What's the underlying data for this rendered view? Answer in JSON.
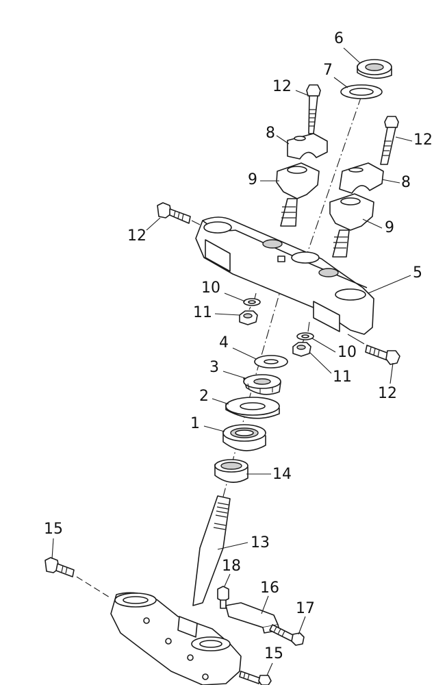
{
  "diagram": {
    "callouts": [
      {
        "id": "c6",
        "text": "6"
      },
      {
        "id": "c7",
        "text": "7"
      },
      {
        "id": "c12a",
        "text": "12"
      },
      {
        "id": "c12b",
        "text": "12"
      },
      {
        "id": "c8a",
        "text": "8"
      },
      {
        "id": "c9a",
        "text": "9"
      },
      {
        "id": "c8b",
        "text": "8"
      },
      {
        "id": "c12c",
        "text": "12"
      },
      {
        "id": "c9b",
        "text": "9"
      },
      {
        "id": "c5",
        "text": "5"
      },
      {
        "id": "c10a",
        "text": "10"
      },
      {
        "id": "c11a",
        "text": "11"
      },
      {
        "id": "c4",
        "text": "4"
      },
      {
        "id": "c10b",
        "text": "10"
      },
      {
        "id": "c11b",
        "text": "11"
      },
      {
        "id": "c12d",
        "text": "12"
      },
      {
        "id": "c3",
        "text": "3"
      },
      {
        "id": "c2",
        "text": "2"
      },
      {
        "id": "c1",
        "text": "1"
      },
      {
        "id": "c14",
        "text": "14"
      },
      {
        "id": "c15a",
        "text": "15"
      },
      {
        "id": "c13",
        "text": "13"
      },
      {
        "id": "c18",
        "text": "18"
      },
      {
        "id": "c16",
        "text": "16"
      },
      {
        "id": "c17",
        "text": "17"
      },
      {
        "id": "c15b",
        "text": "15"
      }
    ]
  }
}
